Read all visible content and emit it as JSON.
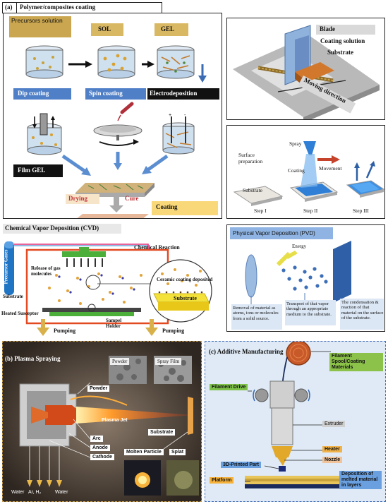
{
  "panel_a": {
    "tag": "(a)",
    "title": "Polymer/composites coating",
    "precursor": "Precursors solution",
    "sol": "SOL",
    "gel": "GEL",
    "dip": "Dip coating",
    "spin": "Spin coating",
    "electro": "Electrodeposition",
    "film_gel": "Film GEL",
    "drying": "Drying",
    "cure": "Cure",
    "coating": "Coating"
  },
  "blade_panel": {
    "blade": "Blade",
    "coating_solution": "Coating solution",
    "substrate": "Substrate",
    "moving_direction": "Moving direction"
  },
  "spray_panel": {
    "surface_prep": "Surface preparation",
    "spray": "Spray",
    "movement": "Movement",
    "coating": "Coating",
    "substrate": "Substrate",
    "step1": "Step I",
    "step2": "Step II",
    "step3": "Step III"
  },
  "cvd": {
    "title": "Chemical Vapor Deposition (CVD)",
    "precursor_gases": "Precursor Gases",
    "chemical_reaction": "Chemical Reaction",
    "release": "Release of gas molecules",
    "ceramic": "Ceramic coating deposited",
    "substrate_box": "Substrate",
    "substrate": "Substrate",
    "heated": "Heated Susceptor",
    "holder": "Sampel Holder",
    "pumping_left": "Pumping",
    "pumping_right": "Pumping"
  },
  "pvd": {
    "title": "Physical Vapor Deposition (PVD)",
    "energy": "Energy",
    "note1": "Removal of material as atoms, ions or molecules from a solid source.",
    "note2": "Transport of that vapor through an appropriate medium to the substrate.",
    "note3": "The condensation & reaction of that material on the surface of the substrate."
  },
  "plasma": {
    "title": "(b) Plasma Spraying",
    "powder_img": "Powder",
    "spray_film_img": "Spray Film",
    "powder": "Powder",
    "plasma_jet": "Plasma Jet",
    "substrate": "Substrate",
    "arc": "Arc",
    "anode": "Anode",
    "cathode": "Cathode",
    "molten": "Molten Particle",
    "splat": "Splat",
    "water_left": "Water",
    "ar_h2": "Ar, H₂",
    "water_right": "Water"
  },
  "am": {
    "title": "(c) Additive Manufacturing",
    "spool": "Filament Spool/Coating Materials",
    "drive": "Filament Drive",
    "extruder": "Extruder",
    "heater": "Heater",
    "nozzle": "Nozzle",
    "printed": "3D-Printed Part",
    "platform": "Platform",
    "deposition": "Deposition of melted material in layers"
  }
}
